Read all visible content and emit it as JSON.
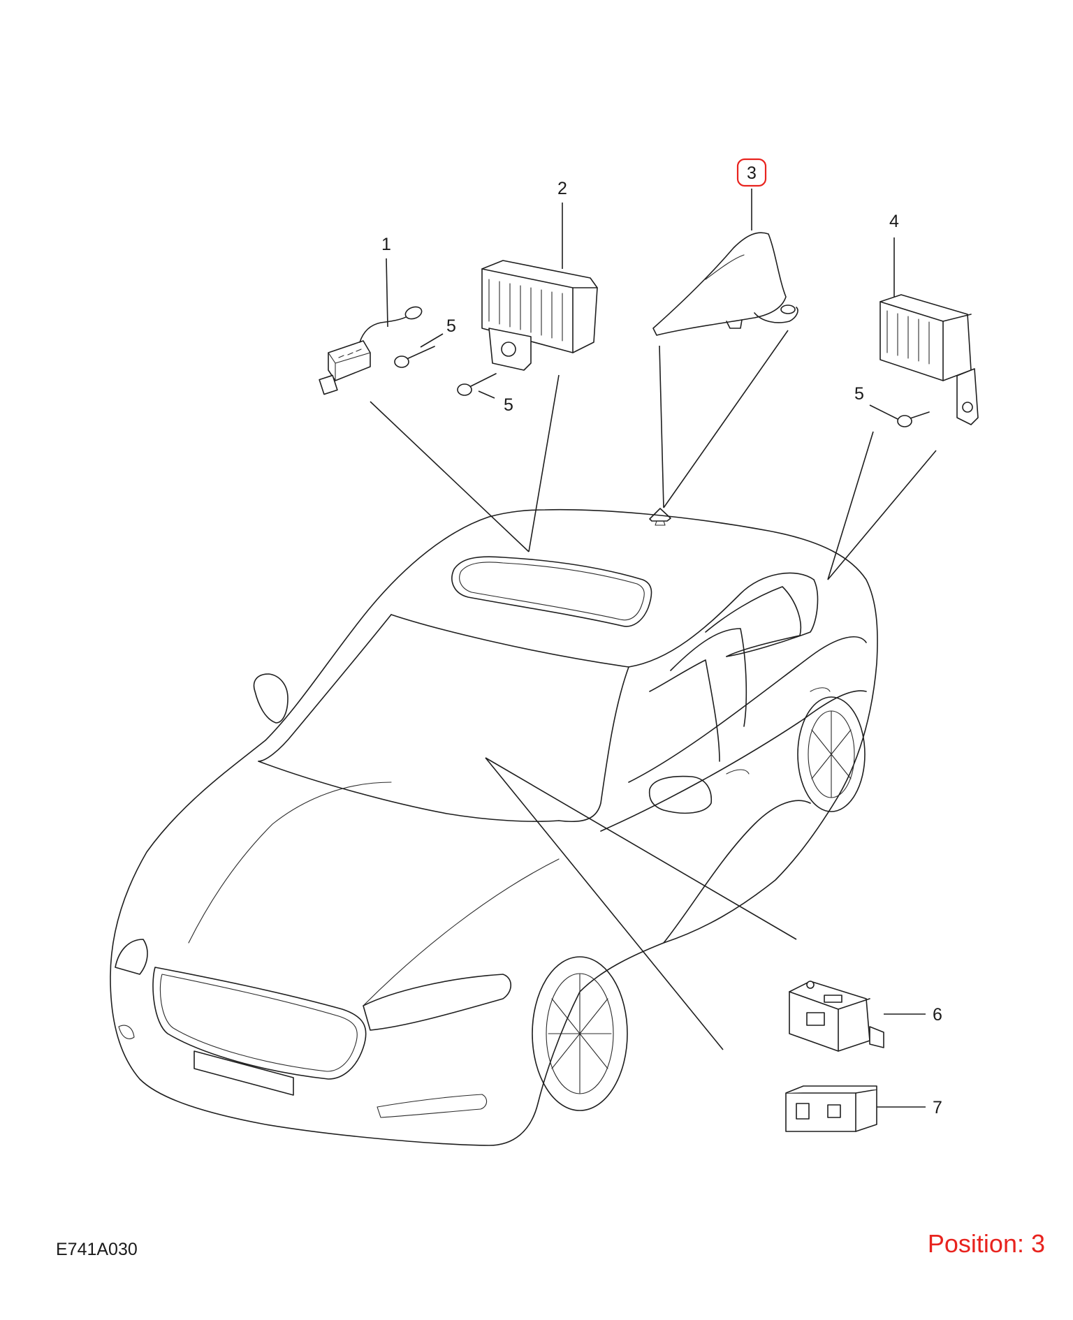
{
  "diagram": {
    "drawing_code": "E741A030",
    "position_label": "Position: 3",
    "highlight_color": "#e8231e",
    "line_color": "#1e1e1e",
    "callouts": [
      {
        "id": "1",
        "label": "1"
      },
      {
        "id": "2",
        "label": "2"
      },
      {
        "id": "3",
        "label": "3",
        "highlighted": true
      },
      {
        "id": "4",
        "label": "4"
      },
      {
        "id": "5a",
        "label": "5"
      },
      {
        "id": "5b",
        "label": "5"
      },
      {
        "id": "5c",
        "label": "5"
      },
      {
        "id": "6",
        "label": "6"
      },
      {
        "id": "7",
        "label": "7"
      }
    ]
  }
}
